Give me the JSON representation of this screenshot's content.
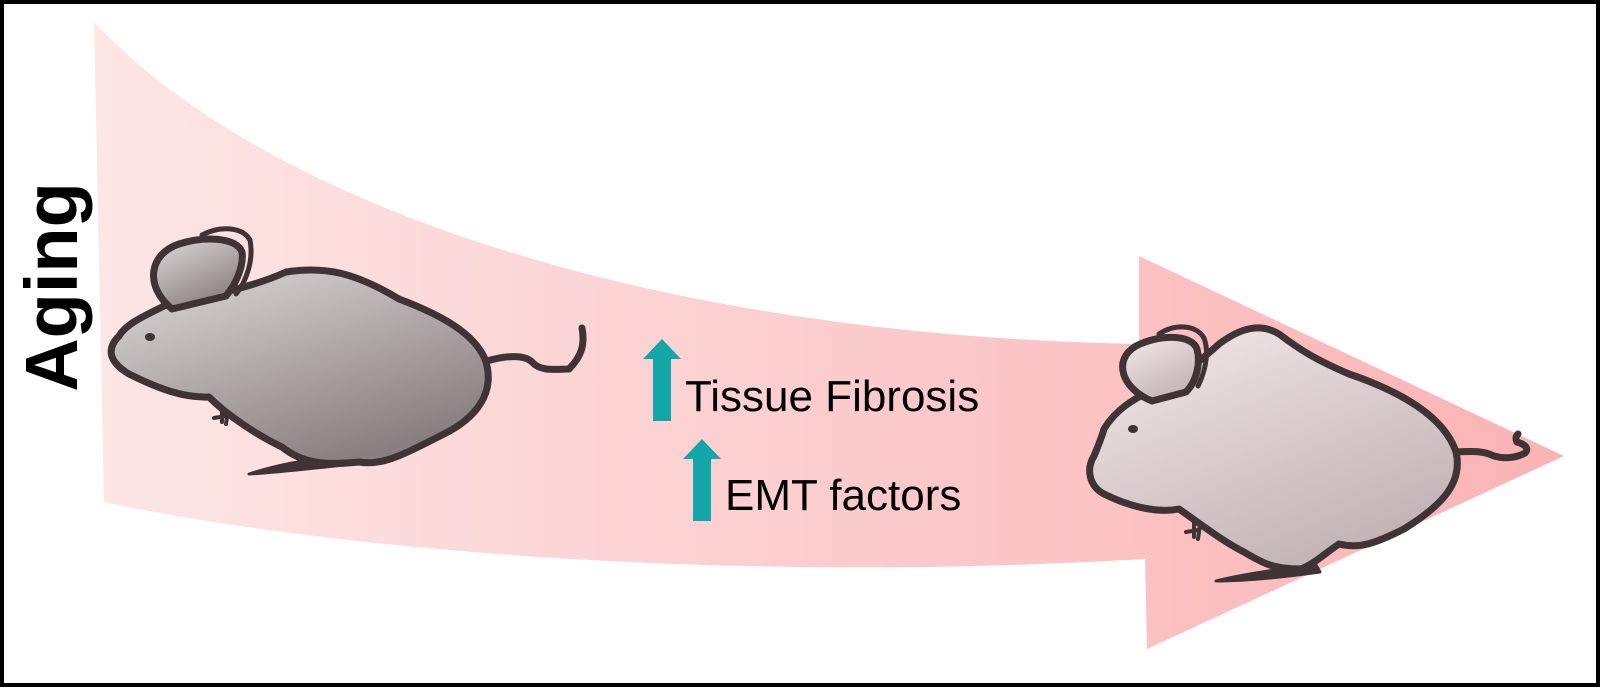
{
  "side_label": "Aging",
  "effects": [
    {
      "label": "Tissue Fibrosis",
      "direction": "up"
    },
    {
      "label": "EMT factors",
      "direction": "up"
    }
  ],
  "colors": {
    "arrow_light": "#fde6e6",
    "arrow_dark": "#fbb3b5",
    "indicator_arrow": "#12a6a8",
    "mouse_outline": "#3f3335",
    "young_mouse_body_light": "#dfd9da",
    "young_mouse_body_dark": "#8a7f80",
    "old_mouse_body_light": "#f6eaeb",
    "old_mouse_body_dark": "#c2b3b5",
    "text": "#000000"
  }
}
